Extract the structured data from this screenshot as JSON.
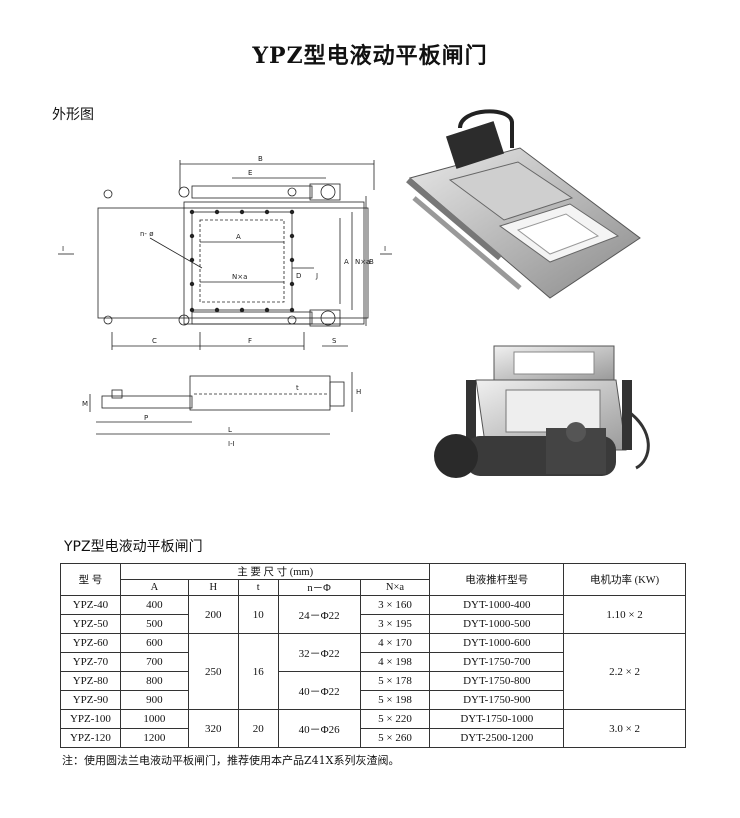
{
  "title": "YPZ型电液动平板闸门",
  "section_outline": "外形图",
  "section_table": "YPZ型电液动平板闸门",
  "drawing_labels": {
    "B": "B",
    "E": "E",
    "A": "A",
    "n_phi": "n- ø",
    "Nxa": "N×a",
    "D": "D",
    "J": "J",
    "C": "C",
    "F": "F",
    "S": "S",
    "H": "H",
    "M": "M",
    "P": "P",
    "L": "L",
    "I": "I",
    "II": "I-I",
    "side_A": "A",
    "side_Nxa": "N×a",
    "side_B": "B",
    "t": "t"
  },
  "photos": {
    "top": "gate-photo-top",
    "bottom": "gate-photo-bottom"
  },
  "table": {
    "h_model": "型  号",
    "h_main": "主   要   尺   寸 (mm)",
    "h_A": "A",
    "h_H": "H",
    "h_t": "t",
    "h_nphi": "n－Φ",
    "h_nxa": "N×a",
    "h_pusher": "电液推杆型号",
    "h_power": "电机功率 (KW)",
    "rows": [
      {
        "model": "YPZ-40",
        "A": "400",
        "nxa": "3 × 160",
        "pusher": "DYT-1000-400"
      },
      {
        "model": "YPZ-50",
        "A": "500",
        "nxa": "3 × 195",
        "pusher": "DYT-1000-500"
      },
      {
        "model": "YPZ-60",
        "A": "600",
        "nxa": "4 × 170",
        "pusher": "DYT-1000-600"
      },
      {
        "model": "YPZ-70",
        "A": "700",
        "nxa": "4 × 198",
        "pusher": "DYT-1750-700"
      },
      {
        "model": "YPZ-80",
        "A": "800",
        "nxa": "5 × 178",
        "pusher": "DYT-1750-800"
      },
      {
        "model": "YPZ-90",
        "A": "900",
        "nxa": "5 × 198",
        "pusher": "DYT-1750-900"
      },
      {
        "model": "YPZ-100",
        "A": "1000",
        "nxa": "5 × 220",
        "pusher": "DYT-1750-1000"
      },
      {
        "model": "YPZ-120",
        "A": "1200",
        "nxa": "5 × 260",
        "pusher": "DYT-2500-1200"
      }
    ],
    "H_groups": [
      "200",
      "250",
      "320"
    ],
    "t_groups": [
      "10",
      "16",
      "20"
    ],
    "nphi_groups": [
      "24－Φ22",
      "32－Φ22",
      "40－Φ22",
      "40－Φ26"
    ],
    "power_groups": [
      "1.10 × 2",
      "2.2 × 2",
      "3.0 × 2"
    ]
  },
  "note": "注：使用圆法兰电液动平板闸门，推荐使用本产品Z41X系列灰渣阀。"
}
